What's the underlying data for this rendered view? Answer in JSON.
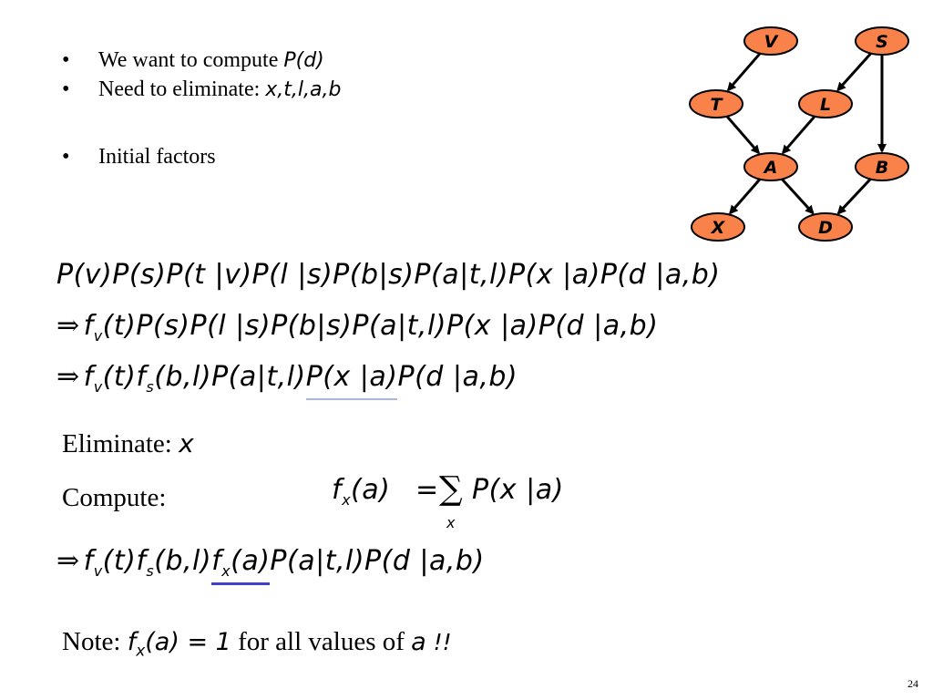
{
  "bullets": [
    {
      "text": "We want to compute ",
      "math": "P(d)"
    },
    {
      "text": "Need to eliminate: ",
      "math": "x,t,l,a,b"
    },
    {
      "text": "Initial factors",
      "math": ""
    }
  ],
  "network": {
    "nodes": [
      {
        "id": "V",
        "label": "V"
      },
      {
        "id": "S",
        "label": "S"
      },
      {
        "id": "T",
        "label": "T"
      },
      {
        "id": "L",
        "label": "L"
      },
      {
        "id": "A",
        "label": "A"
      },
      {
        "id": "B",
        "label": "B"
      },
      {
        "id": "X",
        "label": "X"
      },
      {
        "id": "D",
        "label": "D"
      }
    ],
    "edges": [
      [
        "V",
        "T"
      ],
      [
        "S",
        "L"
      ],
      [
        "S",
        "B"
      ],
      [
        "T",
        "A"
      ],
      [
        "L",
        "A"
      ],
      [
        "A",
        "X"
      ],
      [
        "A",
        "D"
      ],
      [
        "B",
        "D"
      ]
    ],
    "node_fill": "#f9814a",
    "node_stroke": "#000000"
  },
  "equations": {
    "line1": "P(v)P(s)P(t |v)P(l |s)P(b|s)P(a|t,l)P(x |a)P(d |a,b)",
    "line2_f": "f",
    "line2_sub": "v",
    "line2_rest": "(t)P(s)P(l |s)P(b|s)P(a|t,l)P(x |a)P(d |a,b)",
    "line3_a": "(t)f",
    "line3_b": "(b,l)P(a|t,l)",
    "line3_ul": "P(x |a)",
    "line3_c": "P(d |a,b)"
  },
  "eliminate": {
    "label": "Eliminate: ",
    "var": "x"
  },
  "compute": {
    "label": "Compute:",
    "lhs": "f",
    "lhs_sub": "x",
    "lhs_arg": "(a)",
    "eq": "=",
    "sum": "∑",
    "sum_sub": "x",
    "rhs": "P(x |a)"
  },
  "result": {
    "a": "(t)f",
    "b": "(b,l)",
    "ul_f": "f",
    "ul_sub": "x",
    "ul_arg": "(a)",
    "rest": "P(a|t,l)P(d |a,b)"
  },
  "note": {
    "label": "Note: ",
    "math_f": "f",
    "math_sub": "x",
    "math_rest": "(a) = 1",
    "text": " for all values of ",
    "var": "a",
    "end": " !!"
  },
  "arrow": "⇒",
  "sub_s": "s",
  "page_number": "24"
}
